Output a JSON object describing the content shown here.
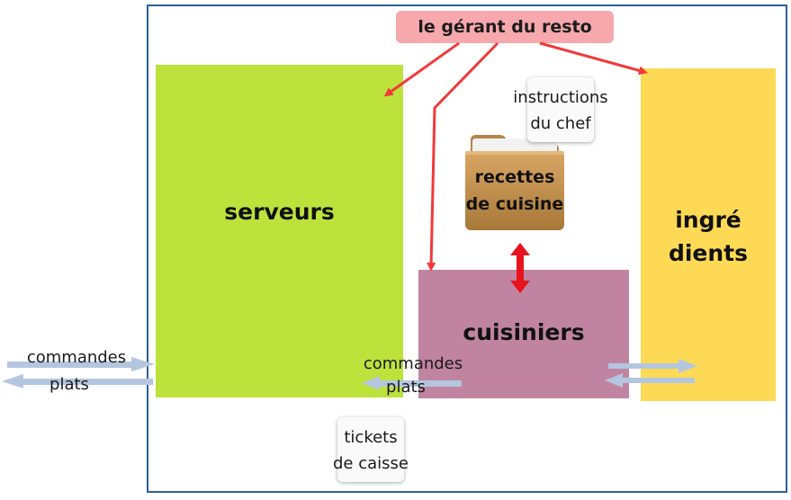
{
  "manager": {
    "label": "le gérant du resto"
  },
  "servers": {
    "label": "serveurs"
  },
  "cooks": {
    "label": "cuisiniers"
  },
  "ingredients": {
    "line1": "ingré",
    "line2": "dients"
  },
  "recipes": {
    "line1": "recettes",
    "line2": "de cuisine"
  },
  "chef_instructions": {
    "line1": "instructions",
    "line2": "du chef"
  },
  "receipts": {
    "line1": "tickets",
    "line2": "de caisse"
  },
  "flow_outer": {
    "orders": "commandes",
    "dishes": "plats"
  },
  "flow_kitchen": {
    "orders": "commandes",
    "dishes": "plats"
  },
  "colors": {
    "servers": "#bde23c",
    "cooks": "#c084a1",
    "ingredients": "#fdd955",
    "manager": "#f6a8ad",
    "arrows": "#f03a3a",
    "flow_arrows": "#b4c6df",
    "frame": "#2e5f9a"
  }
}
